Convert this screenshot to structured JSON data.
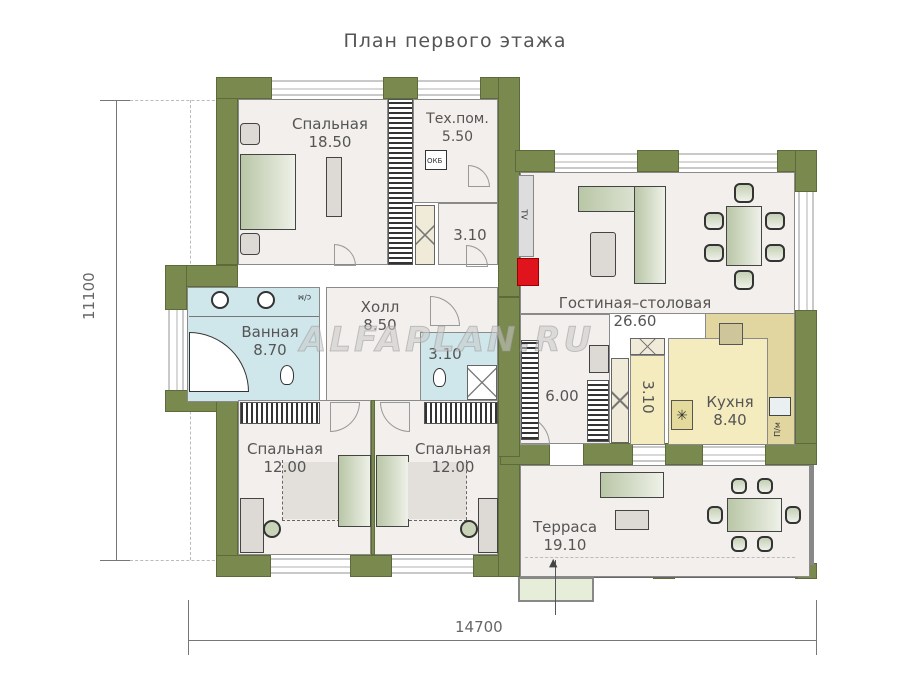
{
  "title": "План первого этажа",
  "dimensions": {
    "height": "11100",
    "width": "14700"
  },
  "rooms": [
    {
      "id": "bedroom-1",
      "name": "Спальная",
      "area": "18.50"
    },
    {
      "id": "tech-room",
      "name": "Тех.пом.",
      "area": "5.50"
    },
    {
      "id": "storage-1",
      "name": "",
      "area": "3.10"
    },
    {
      "id": "living-dining",
      "name": "Гостиная–столовая",
      "area": "26.60"
    },
    {
      "id": "bathroom",
      "name": "Ванная",
      "area": "8.70"
    },
    {
      "id": "hall",
      "name": "Холл",
      "area": "8.50"
    },
    {
      "id": "wc",
      "name": "",
      "area": "3.10"
    },
    {
      "id": "vestibule",
      "name": "",
      "area": "6.00"
    },
    {
      "id": "pantry",
      "name": "",
      "area": "3.10"
    },
    {
      "id": "kitchen",
      "name": "Кухня",
      "area": "8.40"
    },
    {
      "id": "bedroom-2",
      "name": "Спальная",
      "area": "12.00"
    },
    {
      "id": "bedroom-3",
      "name": "Спальная",
      "area": "12.00"
    },
    {
      "id": "terrace",
      "name": "Терраса",
      "area": "19.10"
    }
  ],
  "fixture_labels": {
    "washer": "с/м",
    "boiler": "ОКБ",
    "tv": "TV",
    "dishwasher": "П/м"
  },
  "watermark": "ALFAPLAN.RU",
  "colors": {
    "wall": "#7a8a4f",
    "floor": "#f3efec",
    "bath": "#cfe6ea",
    "kitchen": "#f4ebbe",
    "fireplace": "#e0141c"
  }
}
